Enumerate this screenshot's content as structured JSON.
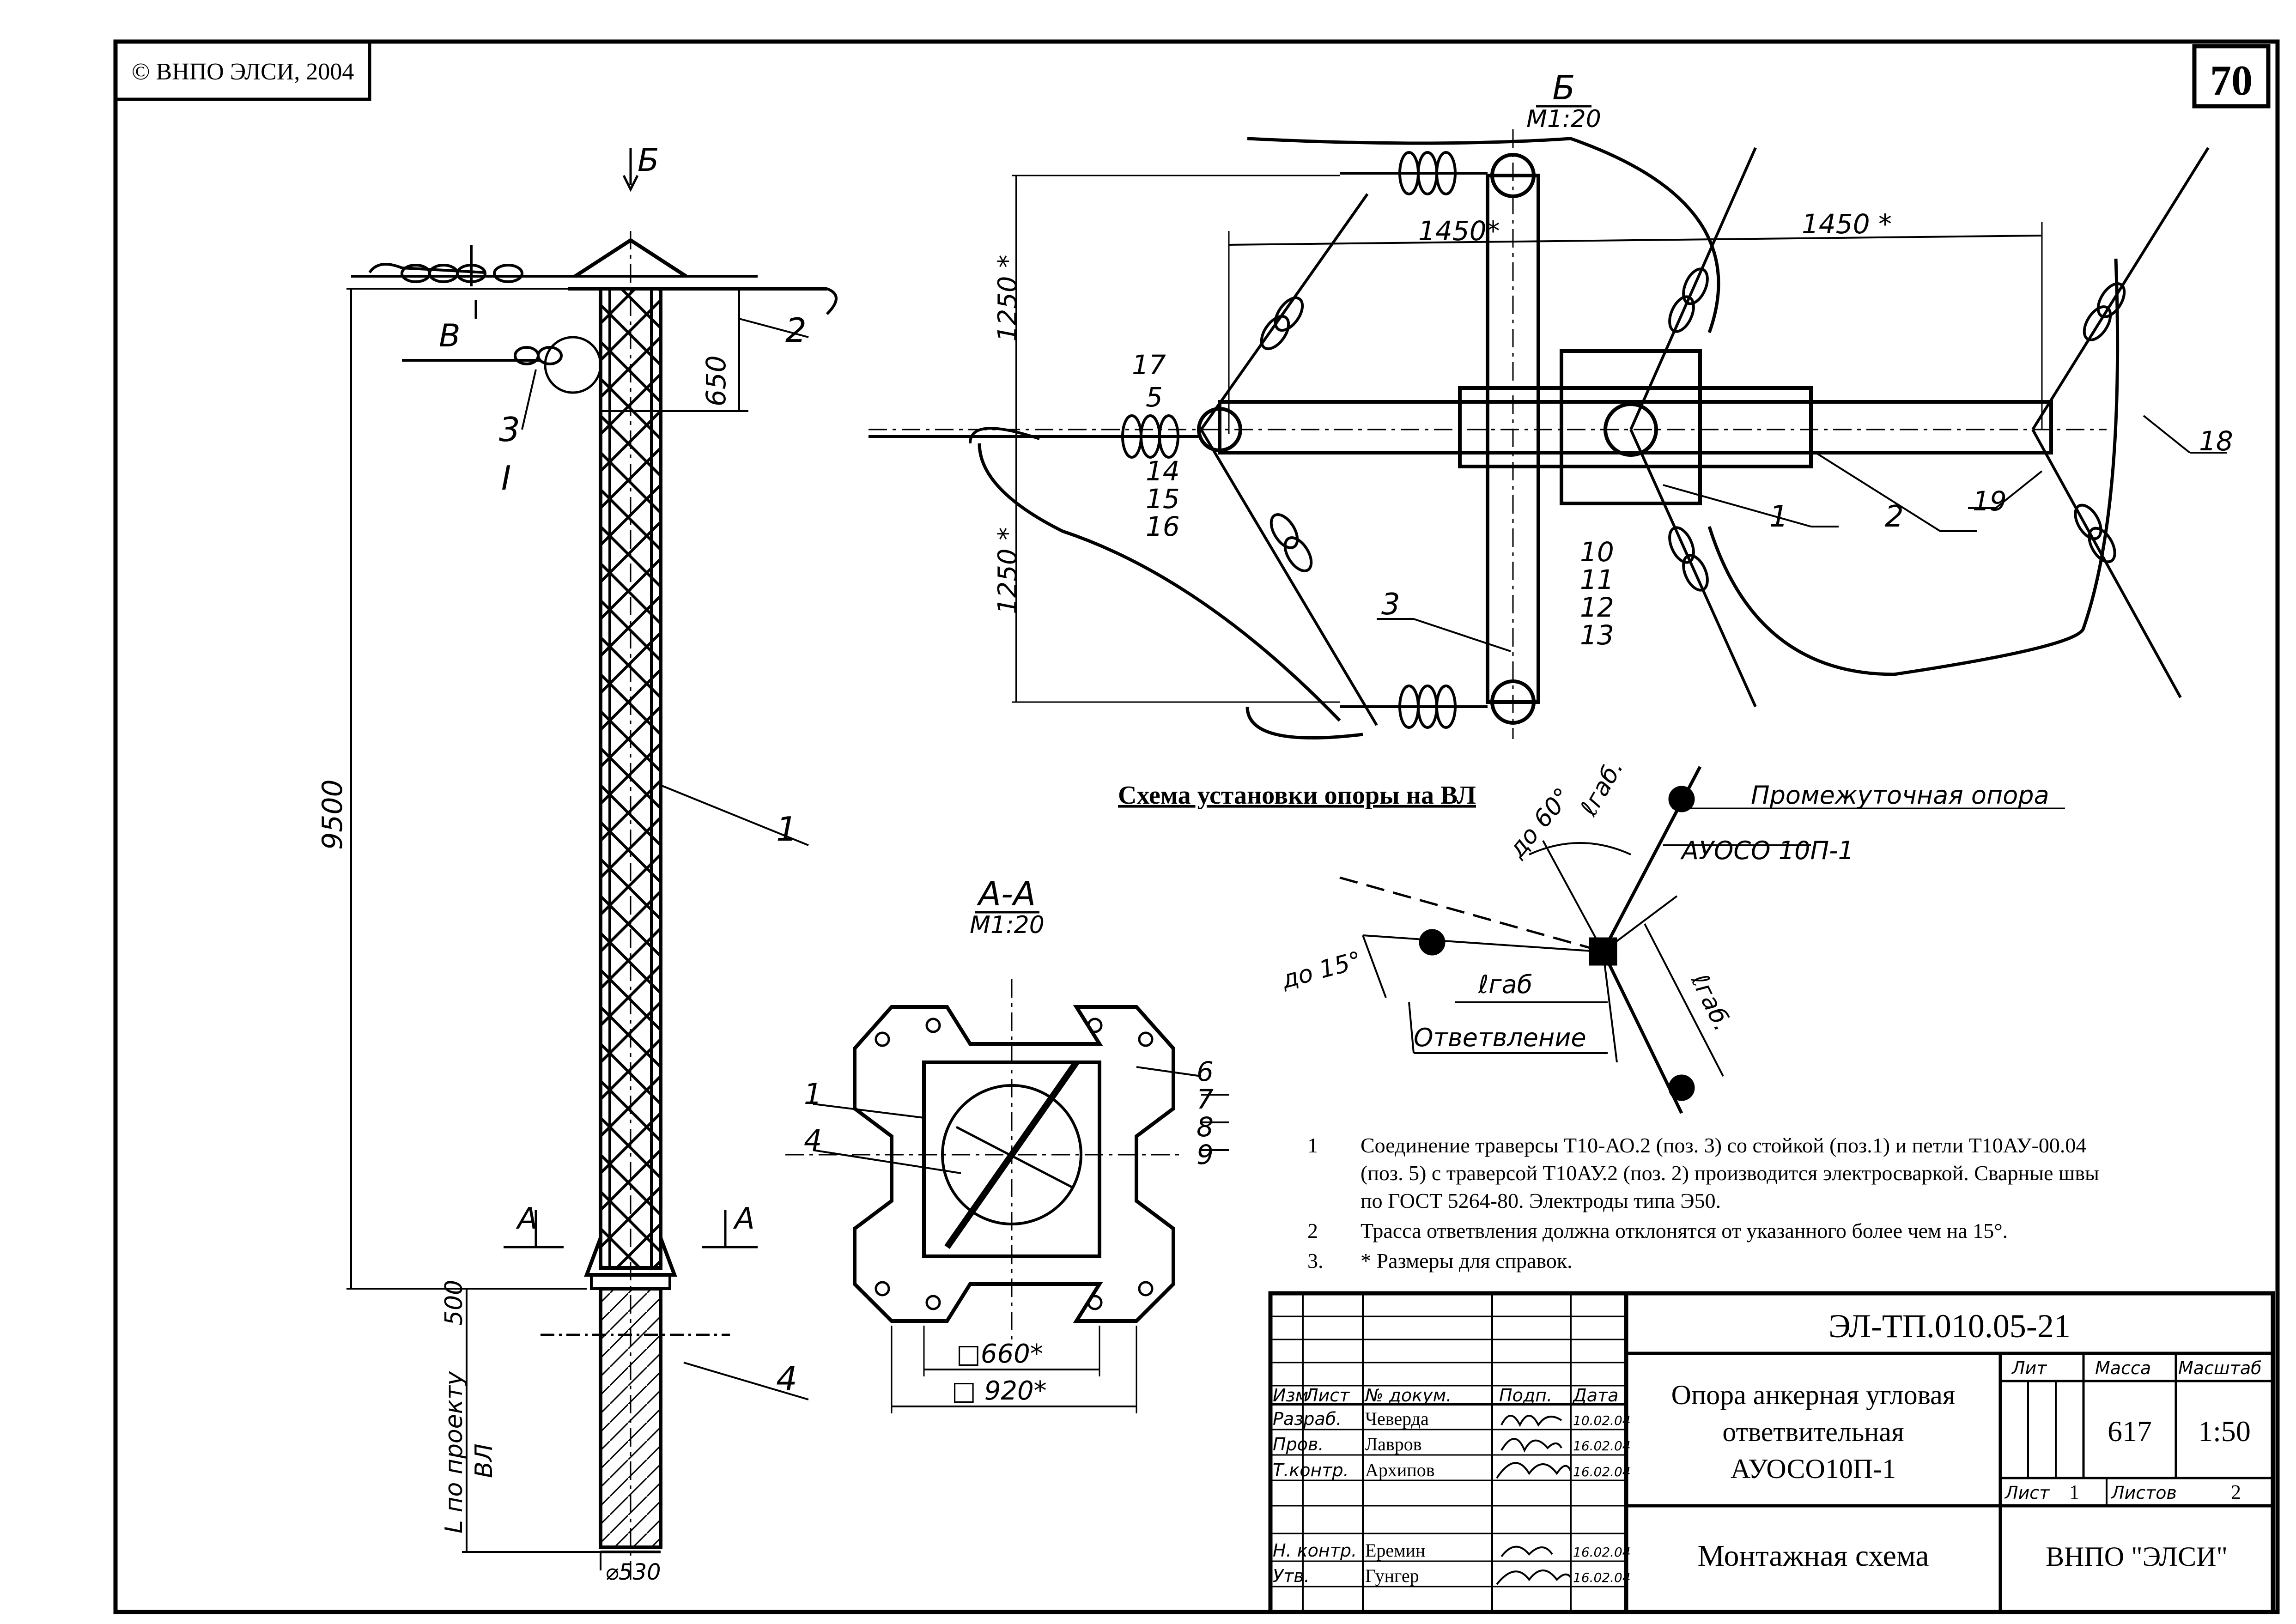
{
  "copyright": "© ВНПО ЭЛСИ, 2004",
  "page_number": "70",
  "views": {
    "b_title": "Б",
    "b_scale": "М1:20",
    "aa_title": "А-А",
    "aa_scale": "М1:20",
    "side_arrow_b": "Б",
    "side_arrow_v": "В",
    "section_a_left": "А",
    "section_a_right": "А"
  },
  "dimensions": {
    "d650": "650",
    "d9500": "9500",
    "d500": "500",
    "l_project": "L по проекту",
    "l_project2": "ВЛ",
    "d530": "⌀530",
    "d1450a": "1450*",
    "d1450b": "1450 *",
    "d1250a": "1250 *",
    "d1250b": "1250 *",
    "d660": "□660*",
    "d920": "□ 920*"
  },
  "callouts": {
    "c1": "1",
    "c2": "2",
    "c3": "3",
    "c4": "4",
    "c5": "5",
    "c6": "6",
    "c7": "7",
    "c8": "8",
    "c9": "9",
    "c10": "10",
    "c11": "11",
    "c12": "12",
    "c13": "13",
    "c14": "14",
    "c15": "15",
    "c16": "16",
    "c17": "17",
    "c18": "18",
    "c19": "19",
    "cI": "I"
  },
  "scheme": {
    "title": "Схема установки опоры на ВЛ",
    "angle60": "до 60°",
    "lgab_angle": "ℓгаб.",
    "intermediate": "Промежуточная опора",
    "support": "АУОСО 10П-1",
    "angle15": "до 15°",
    "lgab_branch": "ℓгаб",
    "branch": "Ответвление",
    "lgab_diag": "ℓгаб."
  },
  "notes": [
    {
      "num": "1",
      "lines": [
        "Соединение траверсы Т10-АО.2 (поз. 3) со стойкой (поз.1) и петли Т10АУ-00.04",
        "(поз. 5) с траверсой Т10АУ.2 (поз. 2) производится  электросваркой. Сварные швы",
        "по ГОСТ 5264-80. Электроды типа Э50."
      ]
    },
    {
      "num": "2",
      "lines": [
        "Трасса ответвления должна отклонятся от указанного более чем на 15°."
      ]
    },
    {
      "num": "3.",
      "lines": [
        "* Размеры для справок."
      ]
    }
  ],
  "title_block": {
    "doc_code": "ЭЛ-ТП.010.05-21",
    "name_lines": [
      "Опора анкерная угловая",
      "ответвительная",
      "АУОСО10П-1"
    ],
    "sheet_title": "Монтажная схема",
    "org": "ВНПО \"ЭЛСИ\"",
    "col_lit": "Лит",
    "col_mass": "Масса",
    "col_scale": "Масштаб",
    "mass": "617",
    "scale": "1:50",
    "sheet_label": "Лист",
    "sheet": "1",
    "sheets_label": "Листов",
    "sheets": "2",
    "hdr_izm": "Изм",
    "hdr_list": "Лист",
    "hdr_doc": "№ докум.",
    "hdr_sign": "Подп.",
    "hdr_date": "Дата",
    "rows": [
      {
        "role": "Разраб.",
        "name": "Чеверда",
        "date": "10.02.04"
      },
      {
        "role": "Пров.",
        "name": "Лавров",
        "date": "16.02.04"
      },
      {
        "role": "Т.контр.",
        "name": "Архипов",
        "date": "16.02.04"
      },
      {
        "role": "Н. контр.",
        "name": "Еремин",
        "date": "16.02.04"
      },
      {
        "role": "Утв.",
        "name": "Гунгер",
        "date": "16.02.04"
      }
    ]
  }
}
